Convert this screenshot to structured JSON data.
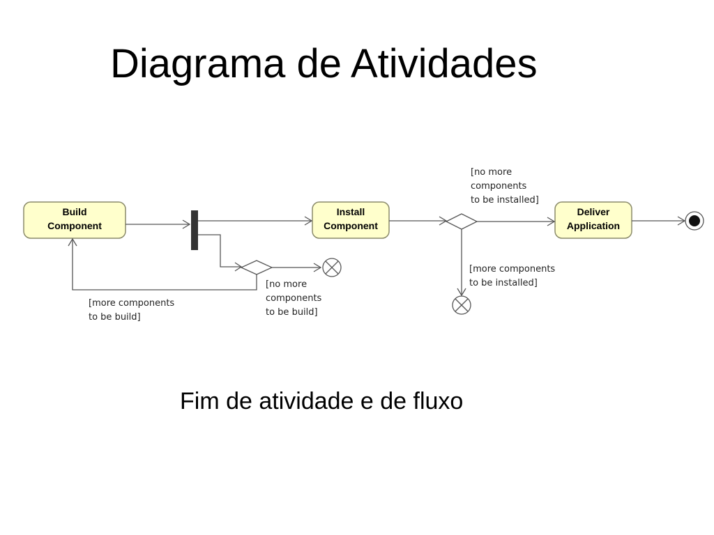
{
  "slide": {
    "title": "Diagrama de Atividades",
    "caption": "Fim de atividade e de fluxo"
  },
  "diagram": {
    "actions": {
      "build": [
        "Build",
        "Component"
      ],
      "install": [
        "Install",
        "Component"
      ],
      "deliver": [
        "Deliver",
        "Application"
      ]
    },
    "guards": {
      "more_build": [
        "[more components",
        "to be build]"
      ],
      "no_more_build": [
        "[no more",
        "components",
        "to be build]"
      ],
      "no_more_installed": [
        "[no more",
        "components",
        "to be installed]"
      ],
      "more_installed": [
        "[more components",
        "to be installed]"
      ]
    }
  }
}
